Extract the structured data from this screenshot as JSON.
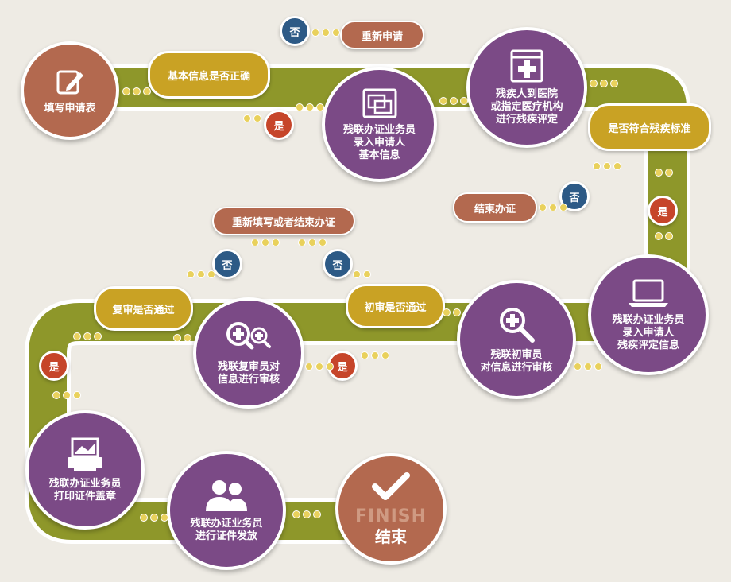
{
  "colors": {
    "track": "#8e972a",
    "track_border": "#ffffff",
    "node_purple": "#7b4a86",
    "node_brown": "#b3694f",
    "decision_gold": "#c9a224",
    "yes_red": "#c6452a",
    "no_blue": "#2d5a86",
    "connector_dot": "#e9d15c"
  },
  "steps": {
    "fill_form": "填写申请表",
    "enter_basic": "残联办证业务员\n录入申请人\n基本信息",
    "hospital": "残疾人到医院\n或指定医疗机构\n进行残疾评定",
    "enter_assessment": "残联办证业务员\n录入申请人\n残疾评定信息",
    "first_review": "残联初审员\n对信息进行审核",
    "second_review": "残联复审员对\n信息进行审核",
    "print_stamp": "残联办证业务员\n打印证件盖章",
    "issue": "残联办证业务员\n进行证件发放",
    "finish_en": "FINISH",
    "finish_cn": "结束"
  },
  "decisions": {
    "basic_correct": "基本信息是否正确",
    "meets_standard": "是否符合残疾标准",
    "first_passed": "初审是否通过",
    "second_passed": "复审是否通过"
  },
  "outcomes": {
    "reapply": "重新申请",
    "end_process": "结束办证",
    "refill_or_end": "重新填写或者结束办证"
  },
  "badges": {
    "yes": "是",
    "no": "否"
  },
  "icons": {
    "fill_form": "pencil-note-icon",
    "enter_basic": "monitor-window-icon",
    "hospital": "medical-cross-icon",
    "enter_assessment": "laptop-icon",
    "first_review": "magnifier-plus-icon",
    "second_review": "double-magnifier-icon",
    "print_stamp": "printer-icon",
    "issue": "users-icon",
    "finish": "checkmark-icon"
  }
}
